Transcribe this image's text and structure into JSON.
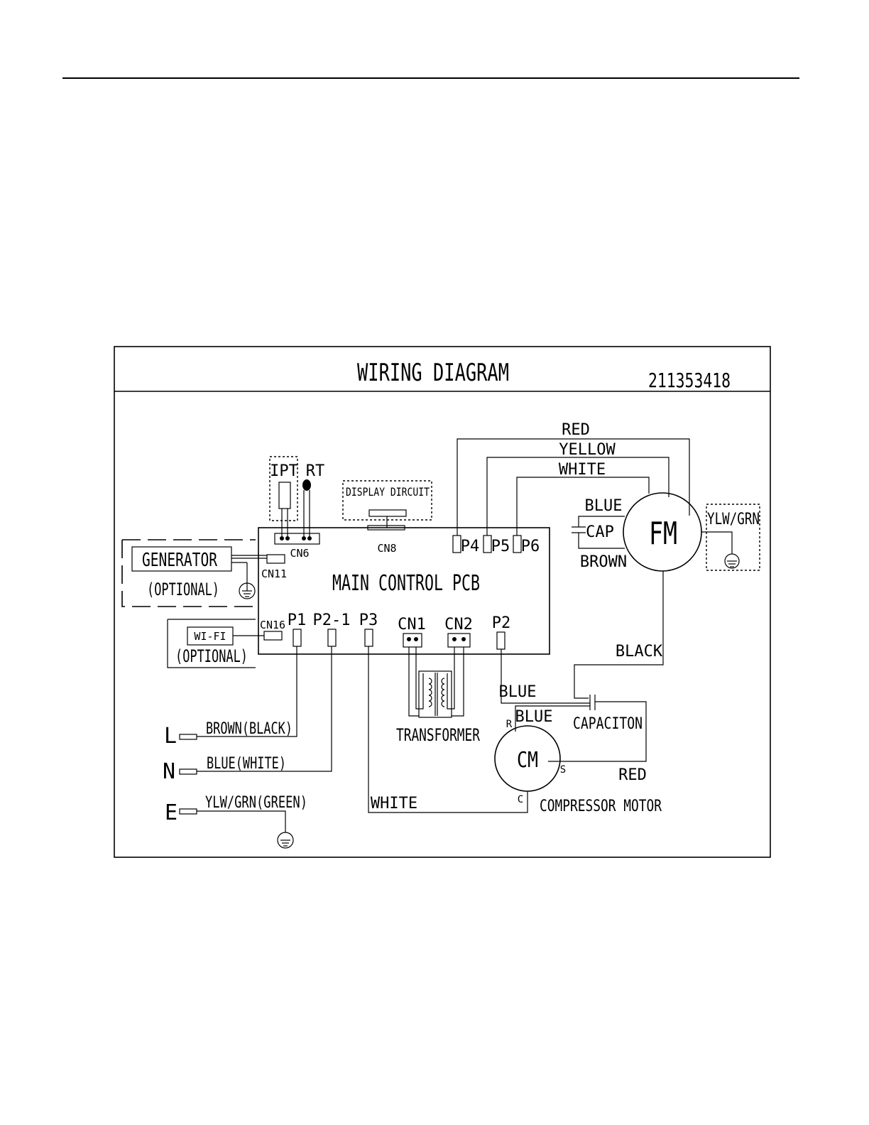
{
  "diagram": {
    "title": "WIRING DIAGRAM",
    "part_number": "211353418",
    "components": {
      "main_pcb": "MAIN CONTROL PCB",
      "display_circuit": "DISPLAY DIRCUIT",
      "generator": "GENERATOR",
      "generator_optional": "(OPTIONAL)",
      "wifi": "WI-FI",
      "wifi_optional": "(OPTIONAL)",
      "ipt": "IPT",
      "rt": "RT",
      "fan_motor": "FM",
      "cap": "CAP",
      "compressor": "CM",
      "compressor_label": "COMPRESSOR MOTOR",
      "capacitor_label": "CAPACITON",
      "transformer": "TRANSFORMER"
    },
    "connectors": {
      "cn6": "CN6",
      "cn8": "CN8",
      "cn11": "CN11",
      "cn16": "CN16",
      "cn1": "CN1",
      "cn2": "CN2",
      "p1": "P1",
      "p2_1": "P2-1",
      "p3": "P3",
      "p2": "P2",
      "p4": "P4",
      "p5": "P5",
      "p6": "P6"
    },
    "terminals": {
      "r": "R",
      "s": "S",
      "c": "C"
    },
    "power": {
      "l": "L",
      "n": "N",
      "e": "E"
    },
    "wires": {
      "red_top": "RED",
      "yellow": "YELLOW",
      "white_top": "WHITE",
      "blue_cap": "BLUE",
      "brown_cap": "BROWN",
      "ylw_grn_fm": "YLW/GRN",
      "black": "BLACK",
      "blue_p2": "BLUE",
      "blue_r": "BLUE",
      "red_s": "RED",
      "white_c": "WHITE",
      "l_wire": "BROWN(BLACK)",
      "n_wire": "BLUE(WHITE)",
      "e_wire": "YLW/GRN(GREEN)"
    }
  }
}
